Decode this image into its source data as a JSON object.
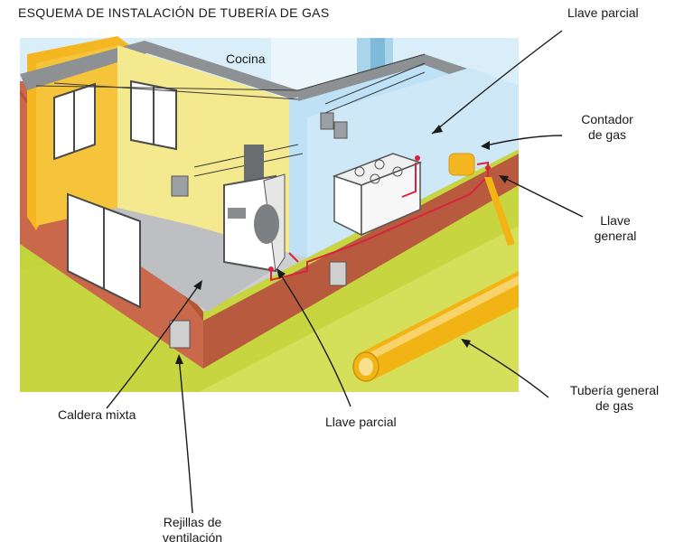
{
  "title": "ESQUEMA DE INSTALACIÓN DE TUBERÍA DE GAS",
  "room_label": "Cocina",
  "labels": {
    "llave_parcial_top": "Llave parcial",
    "contador_line1": "Contador",
    "contador_line2": "de gas",
    "llave_general_line1": "Llave",
    "llave_general_line2": "general",
    "tuberia_line1": "Tubería general",
    "tuberia_line2": "de gas",
    "caldera": "Caldera mixta",
    "llave_parcial_bottom": "Llave parcial",
    "rejillas_line1": "Rejillas de",
    "rejillas_line2": "ventilación"
  },
  "colors": {
    "ground": "#c3d33a",
    "sky": "#d8ecf7",
    "wall_blue": "#bfe1f5",
    "wall_yellow": "#f4e98f",
    "wall_orange": "#f5b721",
    "brick": "#c9684a",
    "floor": "#c6c8ca",
    "pipe": "#f2b414",
    "gas_line": "#d8233e"
  }
}
